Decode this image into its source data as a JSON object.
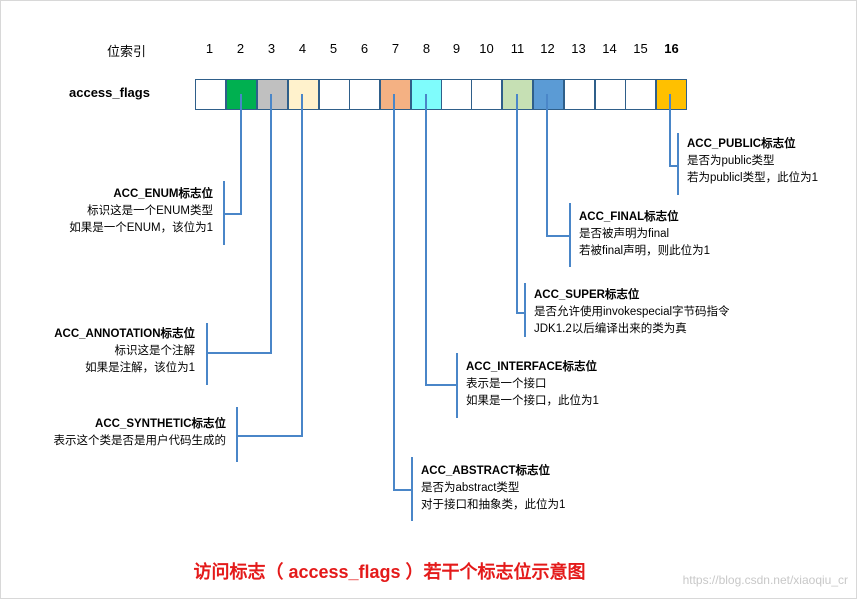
{
  "index_row": {
    "label": "位索引",
    "indices": [
      "1",
      "2",
      "3",
      "4",
      "5",
      "6",
      "7",
      "8",
      "9",
      "10",
      "11",
      "12",
      "13",
      "14",
      "15",
      "16"
    ]
  },
  "flags_row": {
    "label": "access_flags"
  },
  "cell_colors": [
    "#ffffff",
    "#00b050",
    "#c0c0c0",
    "#fff2cc",
    "#ffffff",
    "#ffffff",
    "#f4b183",
    "#7ffcfc",
    "#ffffff",
    "#ffffff",
    "#c6e0b4",
    "#5b9bd5",
    "#ffffff",
    "#ffffff",
    "#ffffff",
    "#ffc000"
  ],
  "flags": {
    "public": {
      "title": "ACC_PUBLIC标志位",
      "line1": "是否为public类型",
      "line2": "若为publicl类型，此位为1"
    },
    "final": {
      "title": "ACC_FINAL标志位",
      "line1": "是否被声明为final",
      "line2": "若被final声明，则此位为1"
    },
    "super": {
      "title": "ACC_SUPER标志位",
      "line1": "是否允许使用invokespecial字节码指令",
      "line2": "JDK1.2以后编译出来的类为真"
    },
    "interface": {
      "title": "ACC_INTERFACE标志位",
      "line1": "表示是一个接口",
      "line2": "如果是一个接口，此位为1"
    },
    "abstract": {
      "title": "ACC_ABSTRACT标志位",
      "line1": "是否为abstract类型",
      "line2": "对于接口和抽象类，此位为1"
    },
    "enum": {
      "title": "ACC_ENUM标志位",
      "line1": "标识这是一个ENUM类型",
      "line2": "如果是一个ENUM，该位为1"
    },
    "annotation": {
      "title": "ACC_ANNOTATION标志位",
      "line1": "标识这是个注解",
      "line2": "如果是注解，该位为1"
    },
    "synthetic": {
      "title": "ACC_SYNTHETIC标志位",
      "line1": "表示这个类是否是用户代码生成的"
    }
  },
  "caption": "访问标志（ access_flags ）若干个标志位示意图",
  "watermark": "https://blog.csdn.net/xiaoqiu_cr"
}
